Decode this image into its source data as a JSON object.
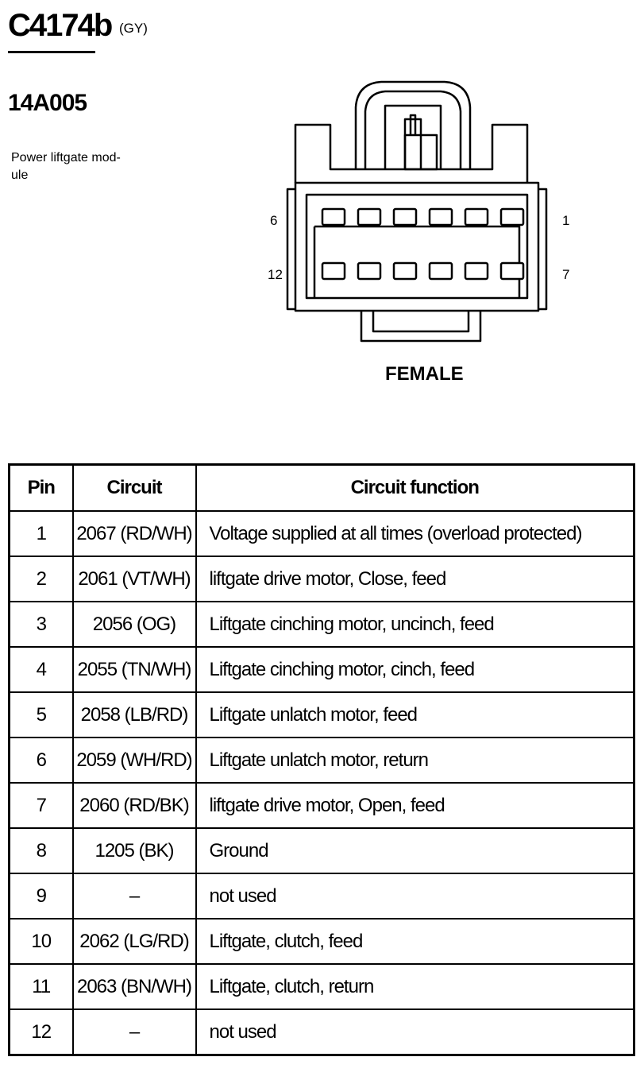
{
  "header": {
    "connector_id": "C4174b",
    "connector_color": "(GY)",
    "part_number": "14A005",
    "description": "Power liftgate mod-\nule"
  },
  "diagram": {
    "pin_label_top_left": "6",
    "pin_label_top_right": "1",
    "pin_label_bottom_left": "12",
    "pin_label_bottom_right": "7",
    "gender": "FEMALE"
  },
  "table": {
    "headers": {
      "pin": "Pin",
      "circuit": "Circuit",
      "function": "Circuit function"
    },
    "rows": [
      {
        "pin": "1",
        "circuit": "2067 (RD/WH)",
        "function": "Voltage supplied at all times (overload protected)"
      },
      {
        "pin": "2",
        "circuit": "2061 (VT/WH)",
        "function": "liftgate drive motor, Close, feed"
      },
      {
        "pin": "3",
        "circuit": "2056 (OG)",
        "function": "Liftgate cinching motor, uncinch, feed"
      },
      {
        "pin": "4",
        "circuit": "2055 (TN/WH)",
        "function": "Liftgate cinching motor, cinch, feed"
      },
      {
        "pin": "5",
        "circuit": "2058 (LB/RD)",
        "function": "Liftgate unlatch motor, feed"
      },
      {
        "pin": "6",
        "circuit": "2059 (WH/RD)",
        "function": "Liftgate unlatch motor, return"
      },
      {
        "pin": "7",
        "circuit": "2060 (RD/BK)",
        "function": "liftgate drive motor, Open, feed"
      },
      {
        "pin": "8",
        "circuit": "1205 (BK)",
        "function": "Ground"
      },
      {
        "pin": "9",
        "circuit": "–",
        "function": "not used"
      },
      {
        "pin": "10",
        "circuit": "2062 (LG/RD)",
        "function": "Liftgate, clutch, feed"
      },
      {
        "pin": "11",
        "circuit": "2063 (BN/WH)",
        "function": "Liftgate, clutch, return"
      },
      {
        "pin": "12",
        "circuit": "–",
        "function": "not used"
      }
    ]
  }
}
